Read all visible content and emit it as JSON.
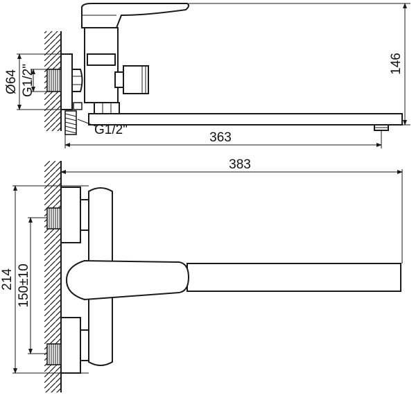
{
  "dimensions": {
    "length_spout": "363",
    "length_total": "383",
    "height_total": "146",
    "height_plan": "214",
    "center_distance": "150±10",
    "diameter": "Ø64",
    "thread_wall": "G1/2\"",
    "thread_hose": "G1/2\""
  }
}
